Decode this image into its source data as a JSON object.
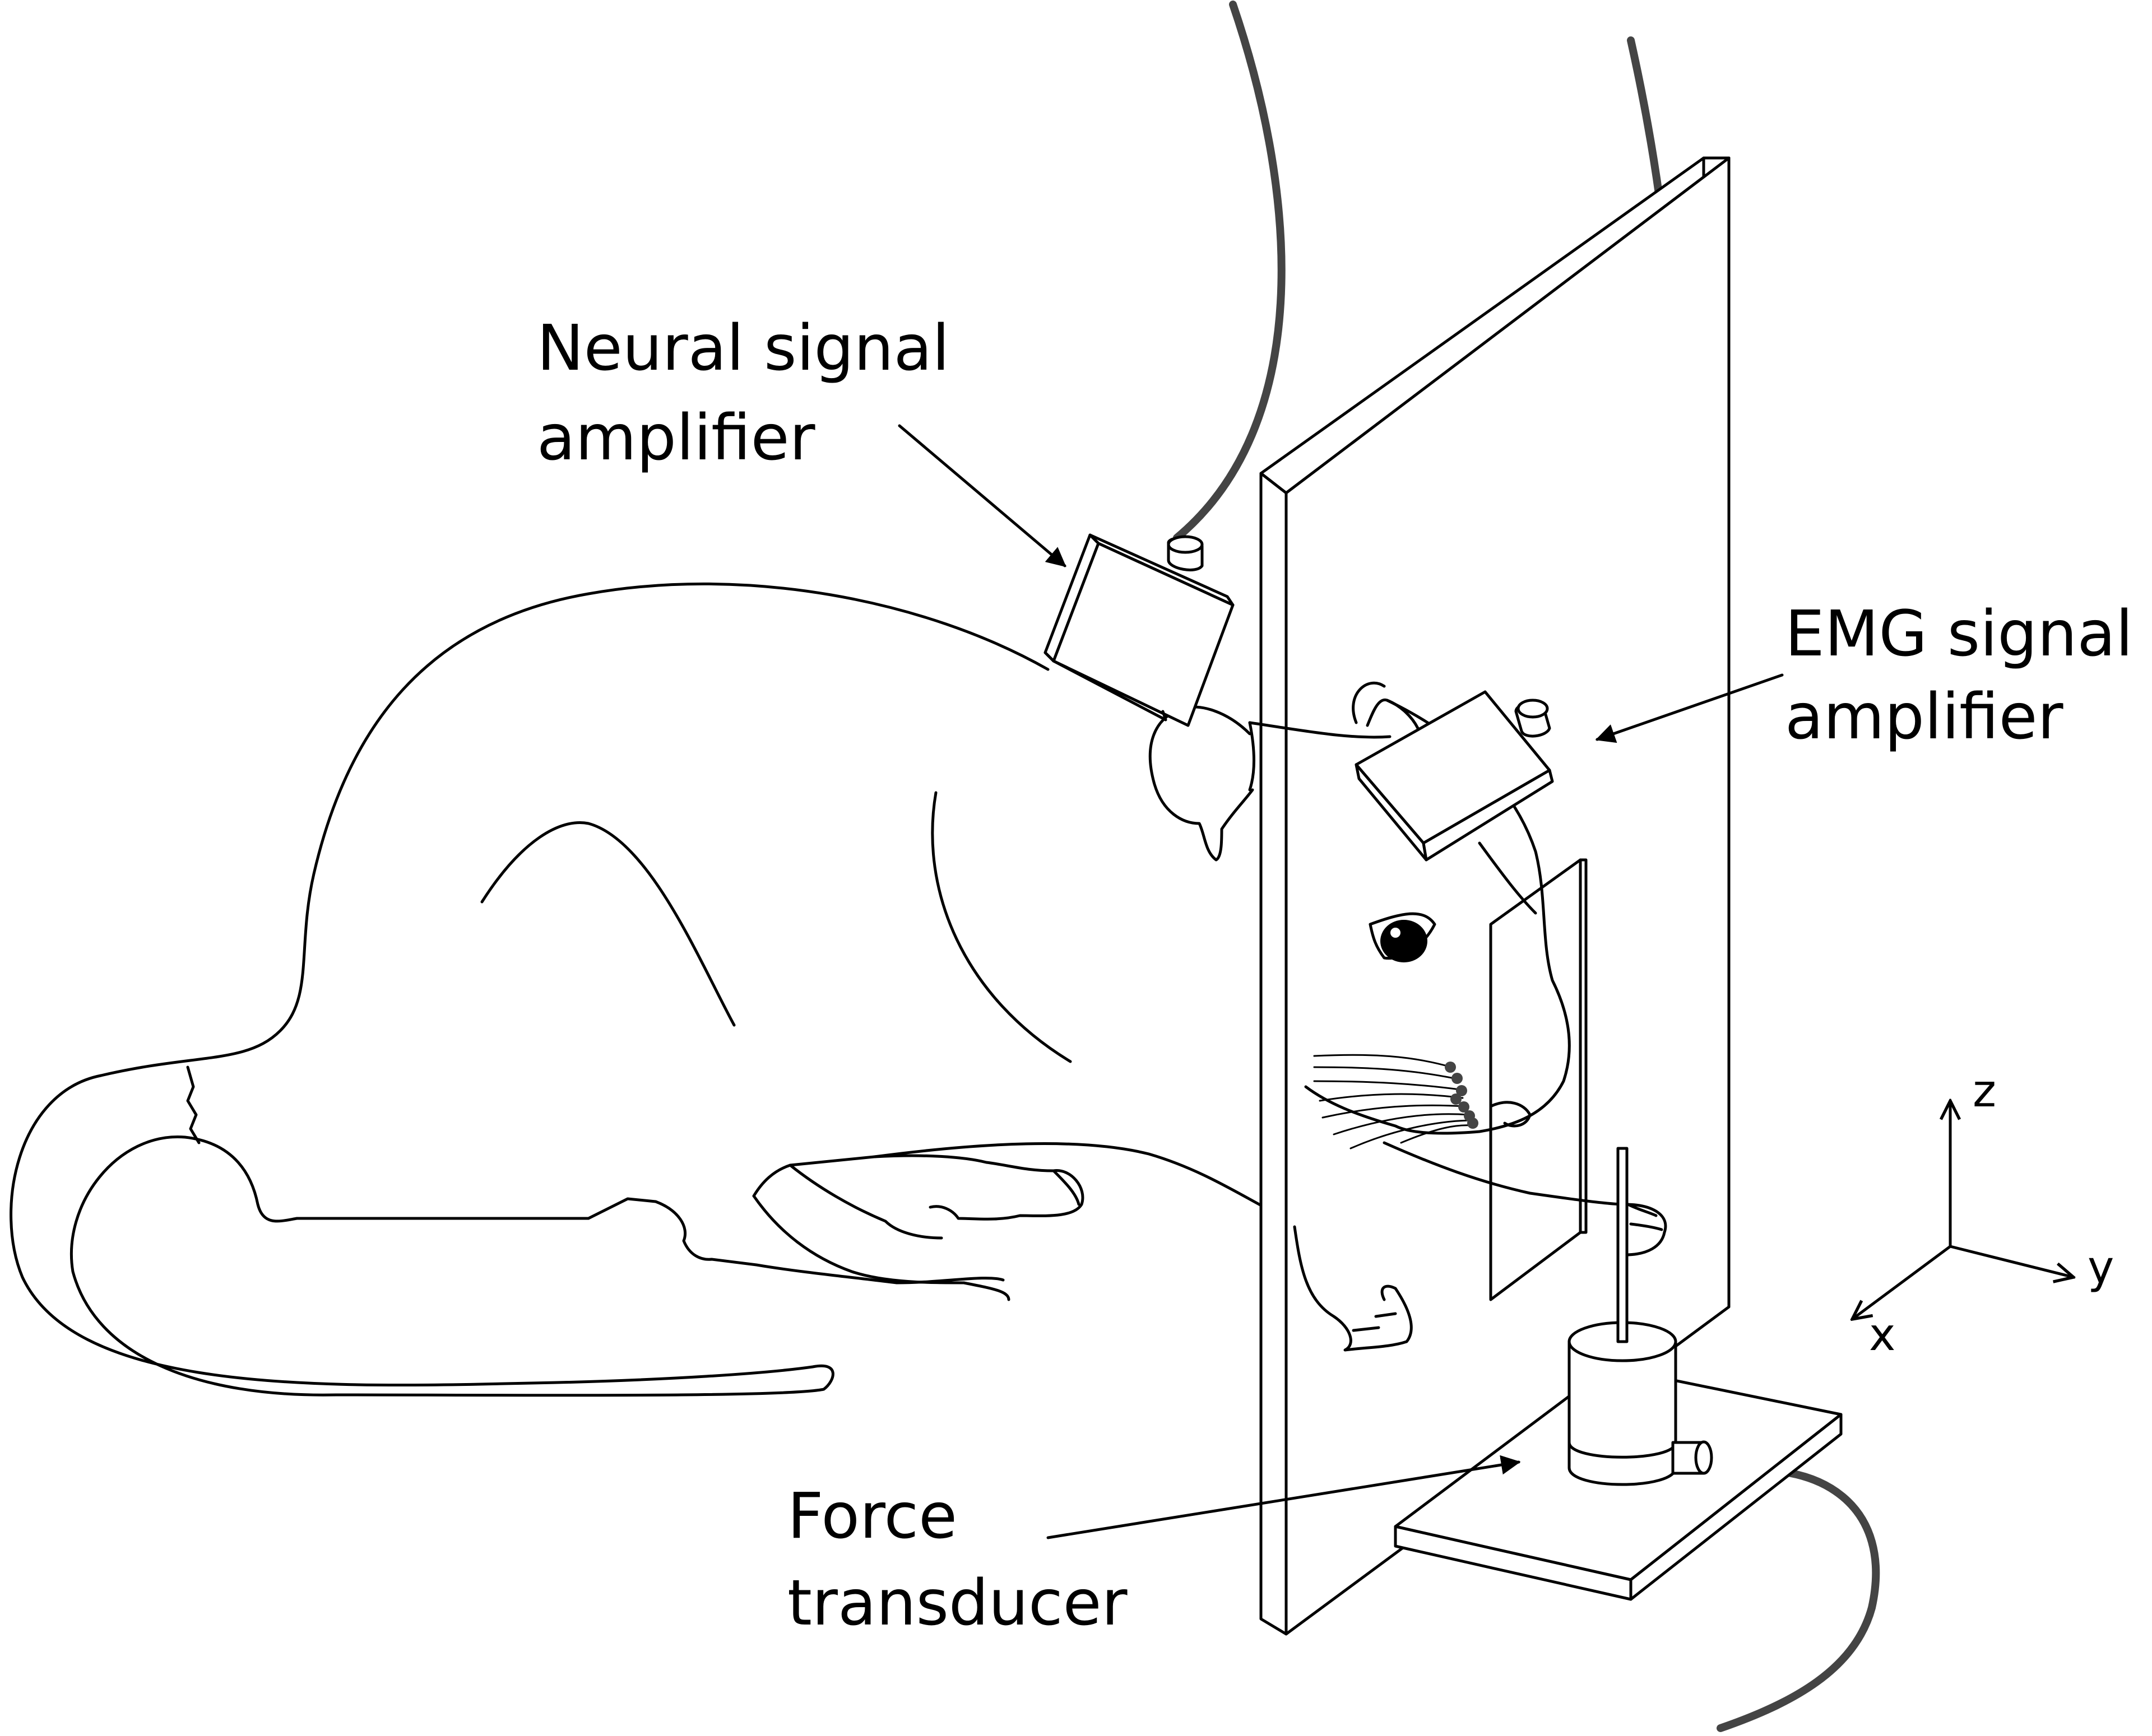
{
  "labels": {
    "neural_line1": "Neural signal",
    "neural_line2": "amplifier",
    "emg_line1": "EMG signal",
    "emg_line2": "amplifier",
    "force_line1": "Force",
    "force_line2": "transducer"
  },
  "axes": {
    "x": "x",
    "y": "y",
    "z": "z"
  },
  "colors": {
    "line": "#000000",
    "cable": "#444444",
    "background": "#ffffff"
  }
}
